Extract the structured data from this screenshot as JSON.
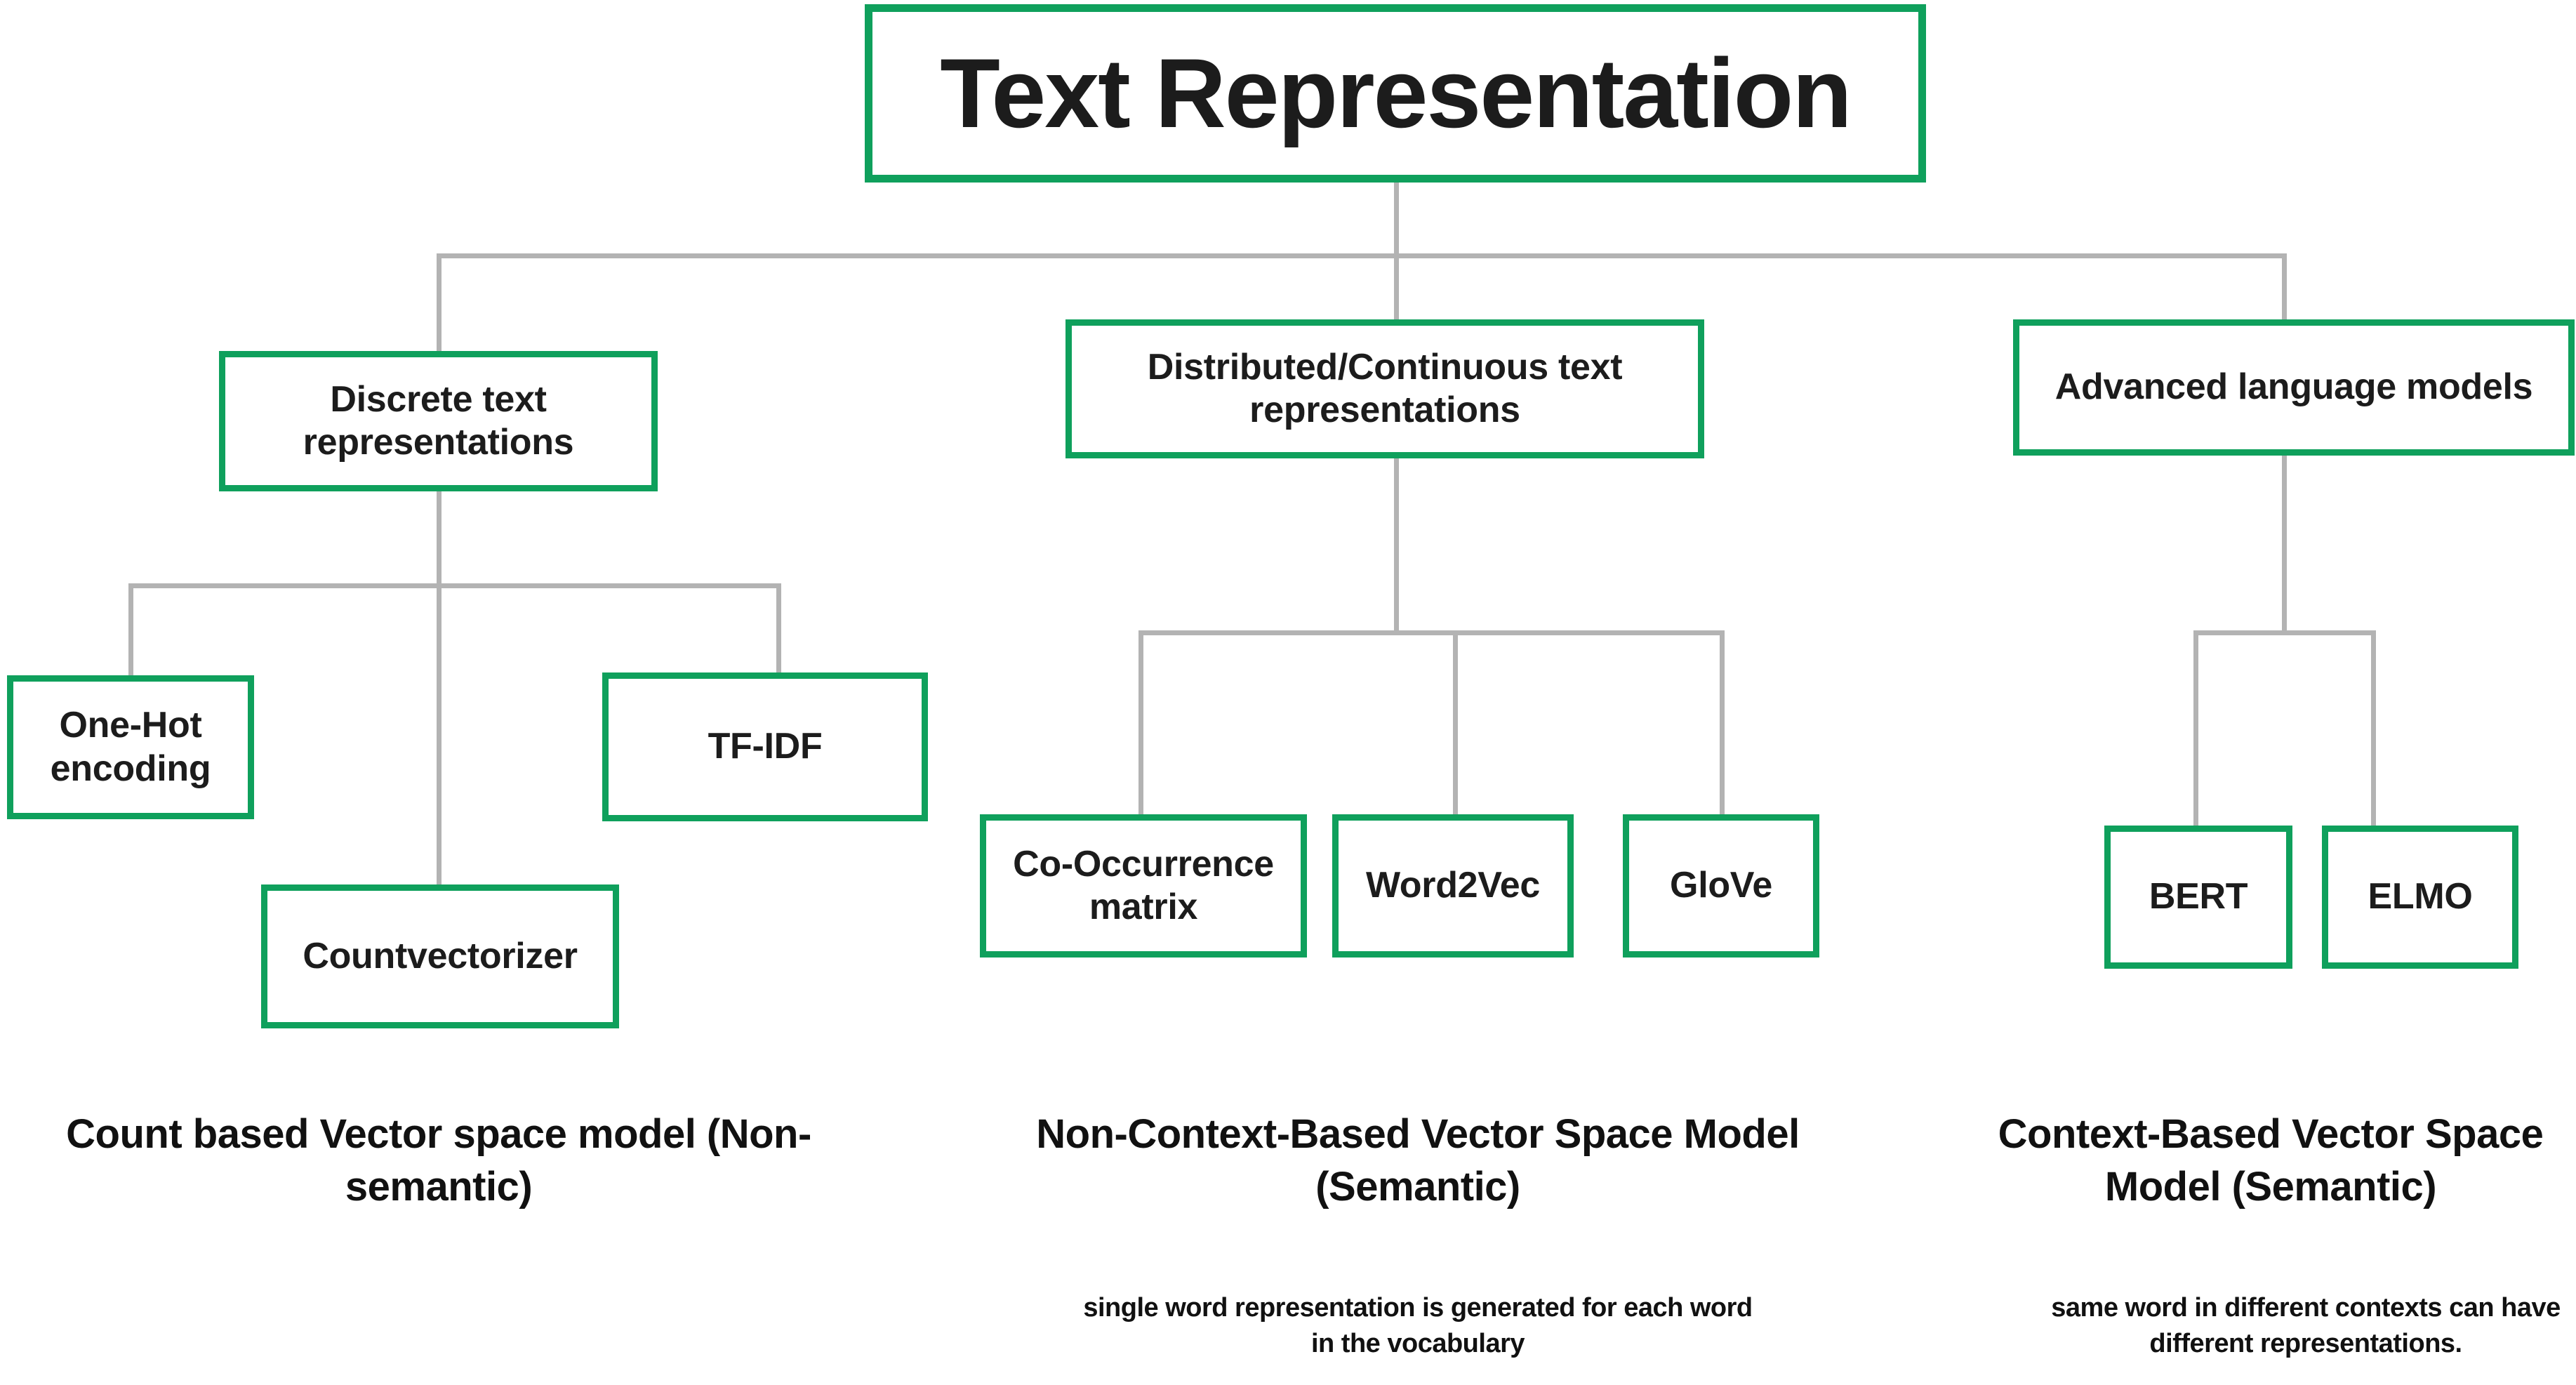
{
  "diagram": {
    "title": "Text Representation",
    "accent_color": "#0fa05c",
    "connector_color": "#b3b3b3",
    "text_color": "#1c1c1c",
    "background_color": "#ffffff",
    "root": {
      "label": "Text Representation"
    },
    "branches": [
      {
        "id": "discrete",
        "label": "Discrete text representations",
        "children": [
          {
            "id": "one-hot",
            "label": "One-Hot encoding"
          },
          {
            "id": "countvectorizer",
            "label": "Countvectorizer"
          },
          {
            "id": "tf-idf",
            "label": "TF-IDF"
          }
        ],
        "caption": "Count based Vector space model (Non-semantic)",
        "subcaption": ""
      },
      {
        "id": "distributed",
        "label": "Distributed/Continuous text representations",
        "children": [
          {
            "id": "co-occurrence-matrix",
            "label": "Co-Occurrence matrix"
          },
          {
            "id": "word2vec",
            "label": "Word2Vec"
          },
          {
            "id": "glove",
            "label": "GloVe"
          }
        ],
        "caption": "Non-Context-Based Vector Space Model (Semantic)",
        "subcaption": "single word representation is generated for each word in the vocabulary"
      },
      {
        "id": "advanced",
        "label": "Advanced language models",
        "children": [
          {
            "id": "bert",
            "label": "BERT"
          },
          {
            "id": "elmo",
            "label": "ELMO"
          }
        ],
        "caption": "Context-Based Vector Space Model (Semantic)",
        "subcaption": "same word in different contexts can have different representations."
      }
    ]
  }
}
